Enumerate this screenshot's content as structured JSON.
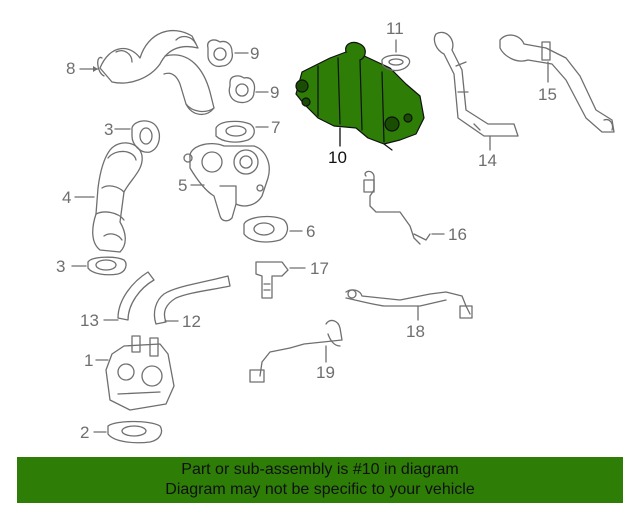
{
  "diagram": {
    "highlight_color": "#2d7d07",
    "line_color": "#6f6f6f",
    "highlighted_part": "10",
    "callouts": [
      "1",
      "2",
      "3",
      "3",
      "4",
      "5",
      "6",
      "7",
      "8",
      "9",
      "9",
      "10",
      "11",
      "12",
      "13",
      "14",
      "15",
      "16",
      "17",
      "18",
      "19"
    ]
  },
  "banner": {
    "line1": "Part or sub-assembly is #10 in diagram",
    "line2": "Diagram may not be specific to your vehicle",
    "background": "#2d7d07"
  }
}
